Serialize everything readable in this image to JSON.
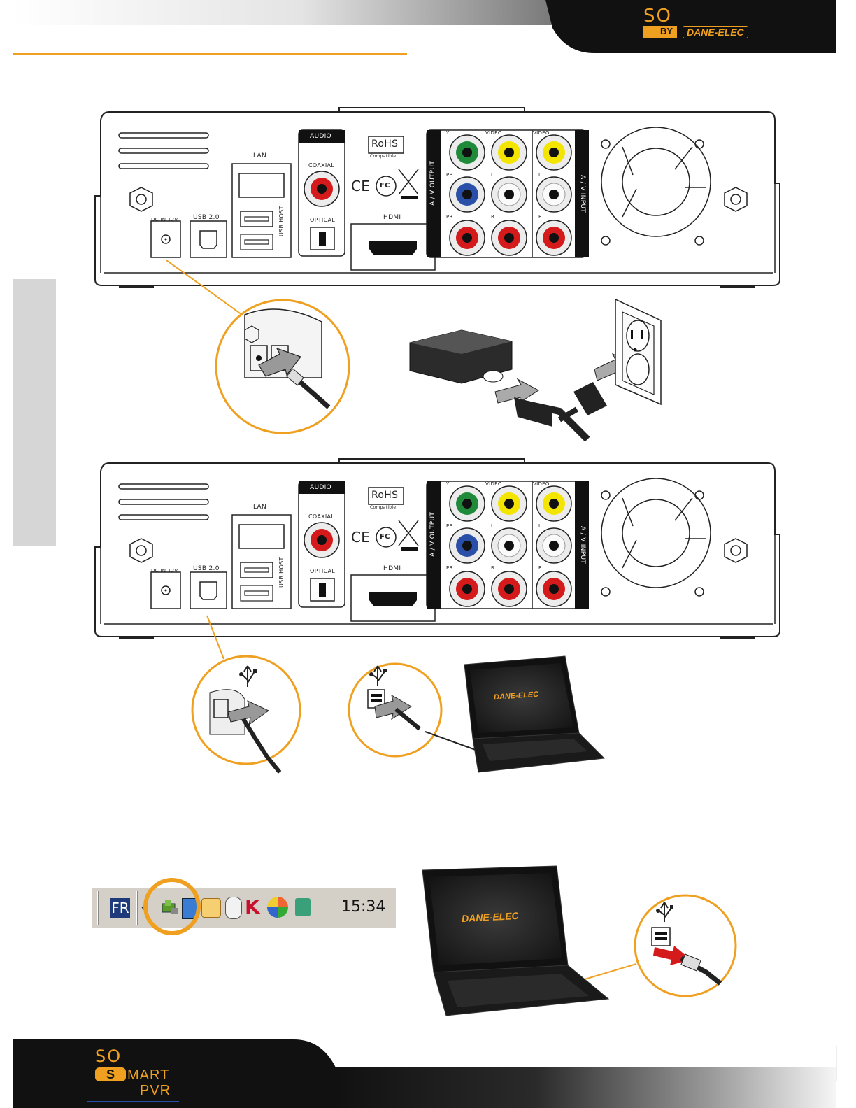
{
  "header": {
    "brand_so": "SO",
    "brand_by": "BY",
    "brand_dane": "DANE-ELEC"
  },
  "device": {
    "dc_in": "DC IN 12V",
    "usb20": "USB 2.0",
    "lan": "LAN",
    "usb_host": "USB HOST",
    "audio": "AUDIO",
    "coaxial": "COAXIAL",
    "optical": "OPTICAL",
    "hdmi": "HDMI",
    "rohs": "RoHS",
    "rohs_sub": "Compatible",
    "ce": "CE",
    "fc": "FC",
    "av_output": "A / V OUTPUT",
    "av_input": "A / V INPUT",
    "y": "Y",
    "pb": "PB",
    "pr": "PR",
    "video": "VIDEO",
    "l": "L",
    "r": "R"
  },
  "laptop": {
    "logo": "DANE-ELEC"
  },
  "taskbar": {
    "lang": "FR",
    "clock": "15:34"
  },
  "footer": {
    "logo_so": "SO",
    "logo_s": "S",
    "logo_mart": "MART",
    "logo_pvr": "PVR"
  },
  "colors": {
    "accent": "#F0A020",
    "green_jack": "#1f8a3a",
    "blue_jack": "#2a4fa8",
    "yellow_jack": "#f3e500",
    "red_jack": "#d41a1a"
  }
}
